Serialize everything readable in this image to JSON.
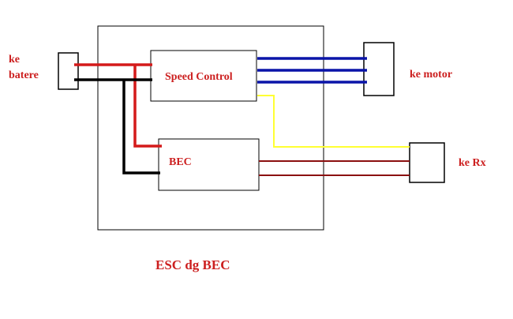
{
  "labels": {
    "battery_line1": "ke",
    "battery_line2": "batere",
    "speed_control": "Speed Control",
    "motor": "ke motor",
    "bec": "BEC",
    "rx": "ke Rx",
    "caption": "ESC dg BEC"
  },
  "colors": {
    "label": "#cc1f1f",
    "wire_red": "#d41a1a",
    "wire_black": "#000000",
    "wire_blue": "#0a14a8",
    "wire_yellow": "#ffff33",
    "wire_darkred": "#8b1010",
    "outline": "#000000"
  }
}
